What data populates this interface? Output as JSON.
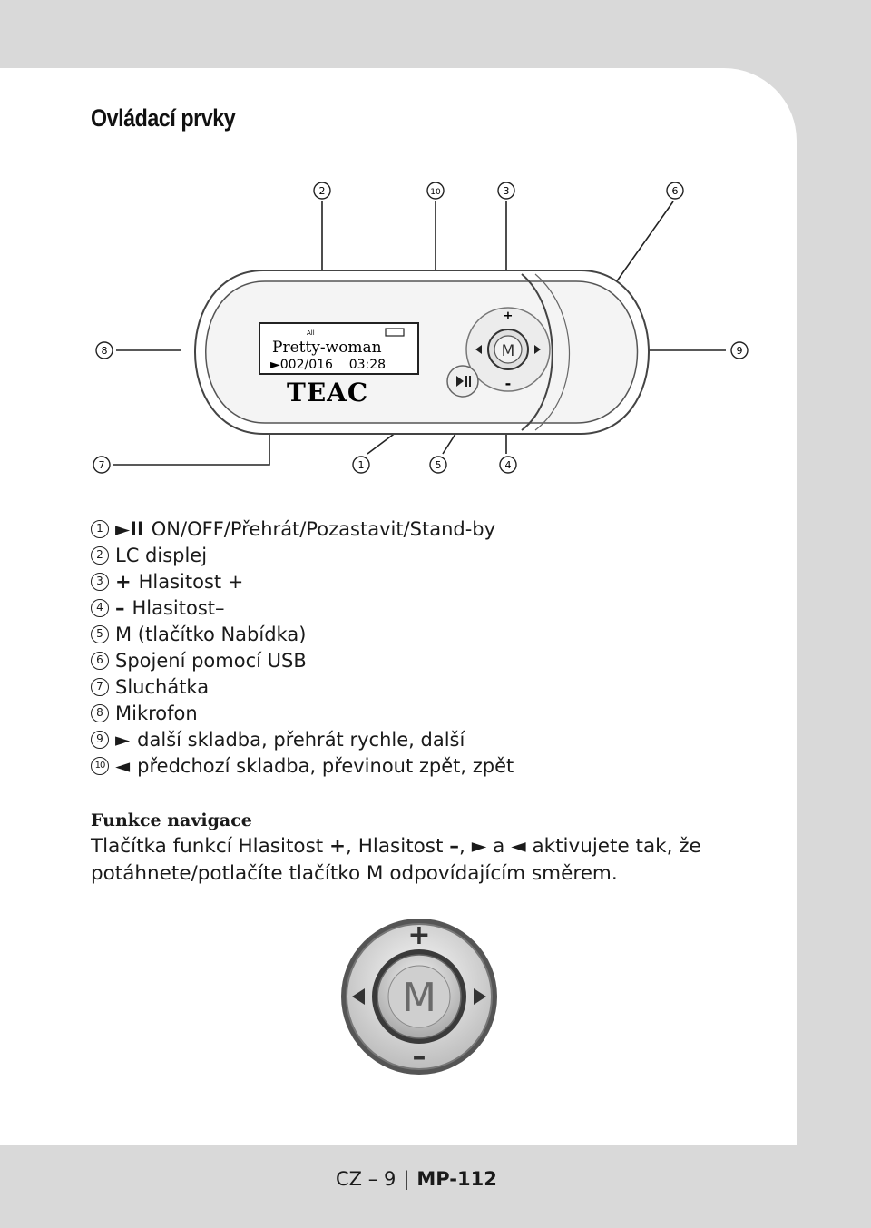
{
  "section": {
    "title": "Ovládací prvky"
  },
  "device": {
    "display_line1": "Pretty-woman",
    "display_line2": "►002/016    03:28",
    "display_status": "All",
    "brand": "TEAC",
    "dpad_up": "+",
    "dpad_down": "-",
    "dpad_center": "M",
    "callouts": {
      "c1": "1",
      "c2": "2",
      "c3": "3",
      "c4": "4",
      "c5": "5",
      "c6": "6",
      "c7": "7",
      "c8": "8",
      "c9": "9",
      "c10": "10"
    }
  },
  "legend": [
    {
      "num": "1",
      "glyph": "►II",
      "text": "ON/OFF/Přehrát/Pozastavit/Stand-by"
    },
    {
      "num": "2",
      "glyph": "",
      "text": "LC displej"
    },
    {
      "num": "3",
      "glyph": "+",
      "text": "Hlasitost +"
    },
    {
      "num": "4",
      "glyph": "–",
      "text": "Hlasitost–"
    },
    {
      "num": "5",
      "glyph": "",
      "text": "M (tlačítko Nabídka)"
    },
    {
      "num": "6",
      "glyph": "",
      "text": "Spojení pomocí USB"
    },
    {
      "num": "7",
      "glyph": "",
      "text": "Sluchátka"
    },
    {
      "num": "8",
      "glyph": "",
      "text": "Mikrofon"
    },
    {
      "num": "9",
      "glyph": "►",
      "text": "další skladba, přehrát rychle, další"
    },
    {
      "num": "10",
      "glyph": "◄",
      "text": "předchozí skladba, převinout zpět, zpět"
    }
  ],
  "navigation": {
    "heading": "Funkce navigace",
    "part1": "Tlačítka funkcí Hlasitost ",
    "plus": "+",
    "part2": ", Hlasitost ",
    "minus": "–",
    "part3": ", ",
    "right": "►",
    "part4": " a ",
    "left": "◄",
    "part5": " aktivujete tak, že",
    "line2": "potáhnete/potlačíte tlačítko M odpovídajícím směrem."
  },
  "dpad_large": {
    "up": "+",
    "down": "–",
    "left": "◄",
    "right": "►",
    "center": "M"
  },
  "footer": {
    "lang": "CZ",
    "dash": "–",
    "page": "9",
    "divider": "|",
    "model": "MP-112"
  }
}
